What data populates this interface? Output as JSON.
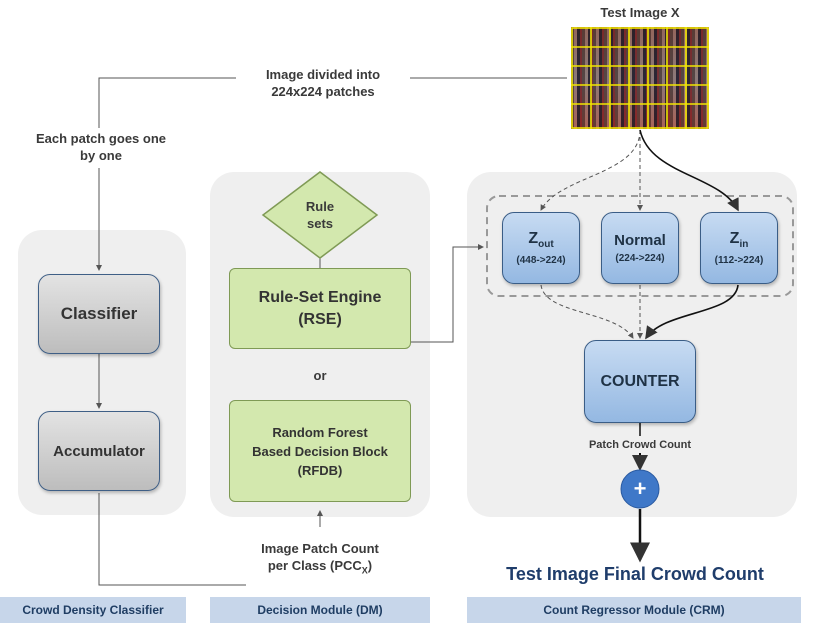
{
  "test_image": {
    "title": "Test Image X"
  },
  "annotations": {
    "divided": "Image divided into\n224x224 patches",
    "each_patch": "Each patch goes one\nby one",
    "or": "or",
    "patch_crowd_count": "Patch Crowd Count",
    "plus": "+",
    "pcc_main": "Image Patch Count\nper Class (PCC",
    "pcc_sub": "X",
    "pcc_close": ")",
    "final_count": "Test Image Final Crowd Count"
  },
  "cdc": {
    "classifier": "Classifier",
    "accumulator": "Accumulator"
  },
  "dm": {
    "rule_sets": "Rule\nsets",
    "rse": "Rule-Set Engine\n(RSE)",
    "rfdb": "Random Forest\nBased Decision Block\n(RFDB)"
  },
  "crm": {
    "zout_main": "Z",
    "zout_sub": "out",
    "zout_ratio": "(448->224)",
    "normal_main": "Normal",
    "normal_ratio": "(224->224)",
    "zin_main": "Z",
    "zin_sub": "in",
    "zin_ratio": "(112->224)",
    "counter": "COUNTER"
  },
  "footer": {
    "cdc": "Crowd Density Classifier",
    "dm": "Decision Module (DM)",
    "crm": "Count Regressor Module (CRM)"
  },
  "colors": {
    "panel": "#efefef",
    "footer": "#c7d6ea",
    "blue_box": "#a9c6ea",
    "green_box": "#d3e8ae",
    "gray_box": "#cccccc",
    "plus_circle": "#3f78c8",
    "final_text": "#1f3d6b"
  }
}
